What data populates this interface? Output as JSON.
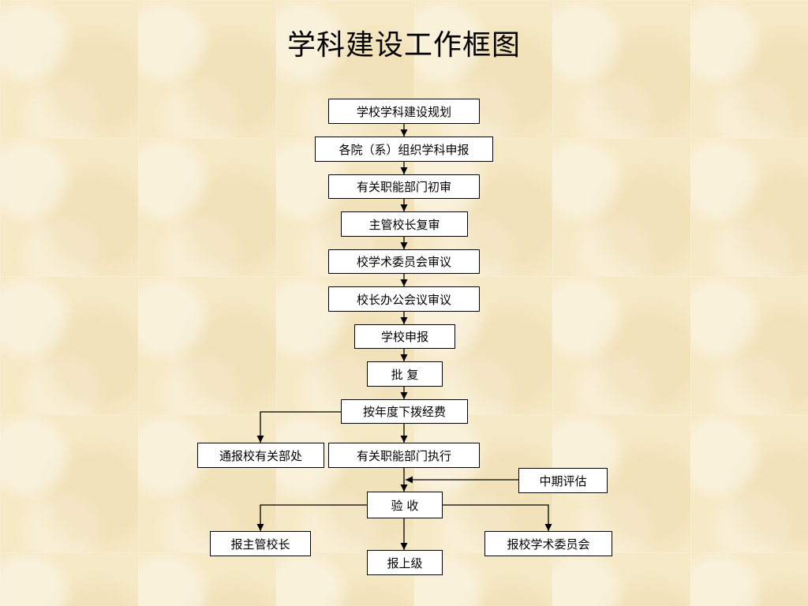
{
  "title": "学科建设工作框图",
  "nodes": {
    "n1": "学校学科建设规划",
    "n2": "各院（系）组织学科申报",
    "n3": "有关职能部门初审",
    "n4": "主管校长复审",
    "n5": "校学术委员会审议",
    "n6": "校长办公会议审议",
    "n7": "学校申报",
    "n8": "批 复",
    "n9": "按年度下拨经费",
    "n10": "通报校有关部处",
    "n11": "有关职能部门执行",
    "n12": "中期评估",
    "n13": "验 收",
    "n14": "报主管校长",
    "n15": "报上级",
    "n16": "报校学术委员会"
  }
}
